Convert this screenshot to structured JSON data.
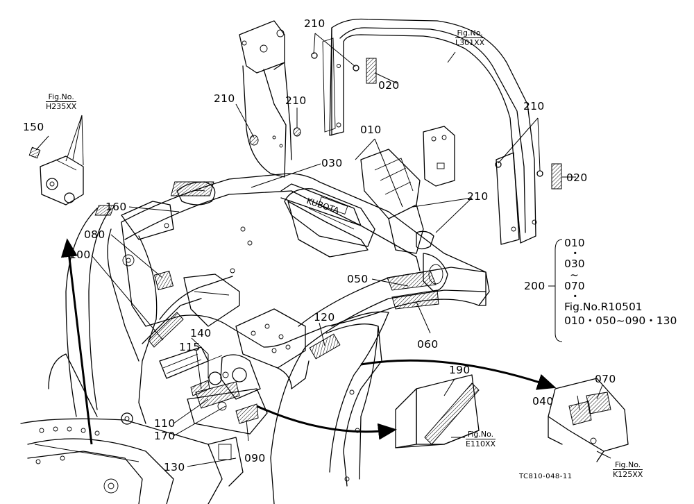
{
  "labels": {
    "p010": "010",
    "p020_top": "020",
    "p020_right": "020",
    "p030": "030",
    "p040": "040",
    "p050": "050",
    "p060": "060",
    "p070": "070",
    "p080": "080",
    "p090": "090",
    "p100": "100",
    "p110": "110",
    "p115": "115",
    "p120": "120",
    "p130": "130",
    "p140": "140",
    "p150": "150",
    "p160": "160",
    "p170": "170",
    "p190": "190",
    "p200": "200",
    "p210_top": "210",
    "p210_mid_left": "210",
    "p210_mid_right": "210",
    "p210_right": "210",
    "p210_lower": "210"
  },
  "fig_refs": {
    "l301": {
      "line1": "Fig.No.",
      "line2": "L301XX"
    },
    "h235": {
      "line1": "Fig.No.",
      "line2": "H235XX"
    },
    "e110": {
      "line1": "Fig.No.",
      "line2": "E110XX"
    },
    "k125": {
      "line1": "Fig.No.",
      "line2": "K125XX"
    }
  },
  "set_list": {
    "line1": "010",
    "line2": "・",
    "line3": "030",
    "line4": "~",
    "line5": "070",
    "line6": "・",
    "line7": "Fig.No.R10501",
    "line8": "010・050~090・130"
  },
  "drawing_code": "TC810-048-11"
}
